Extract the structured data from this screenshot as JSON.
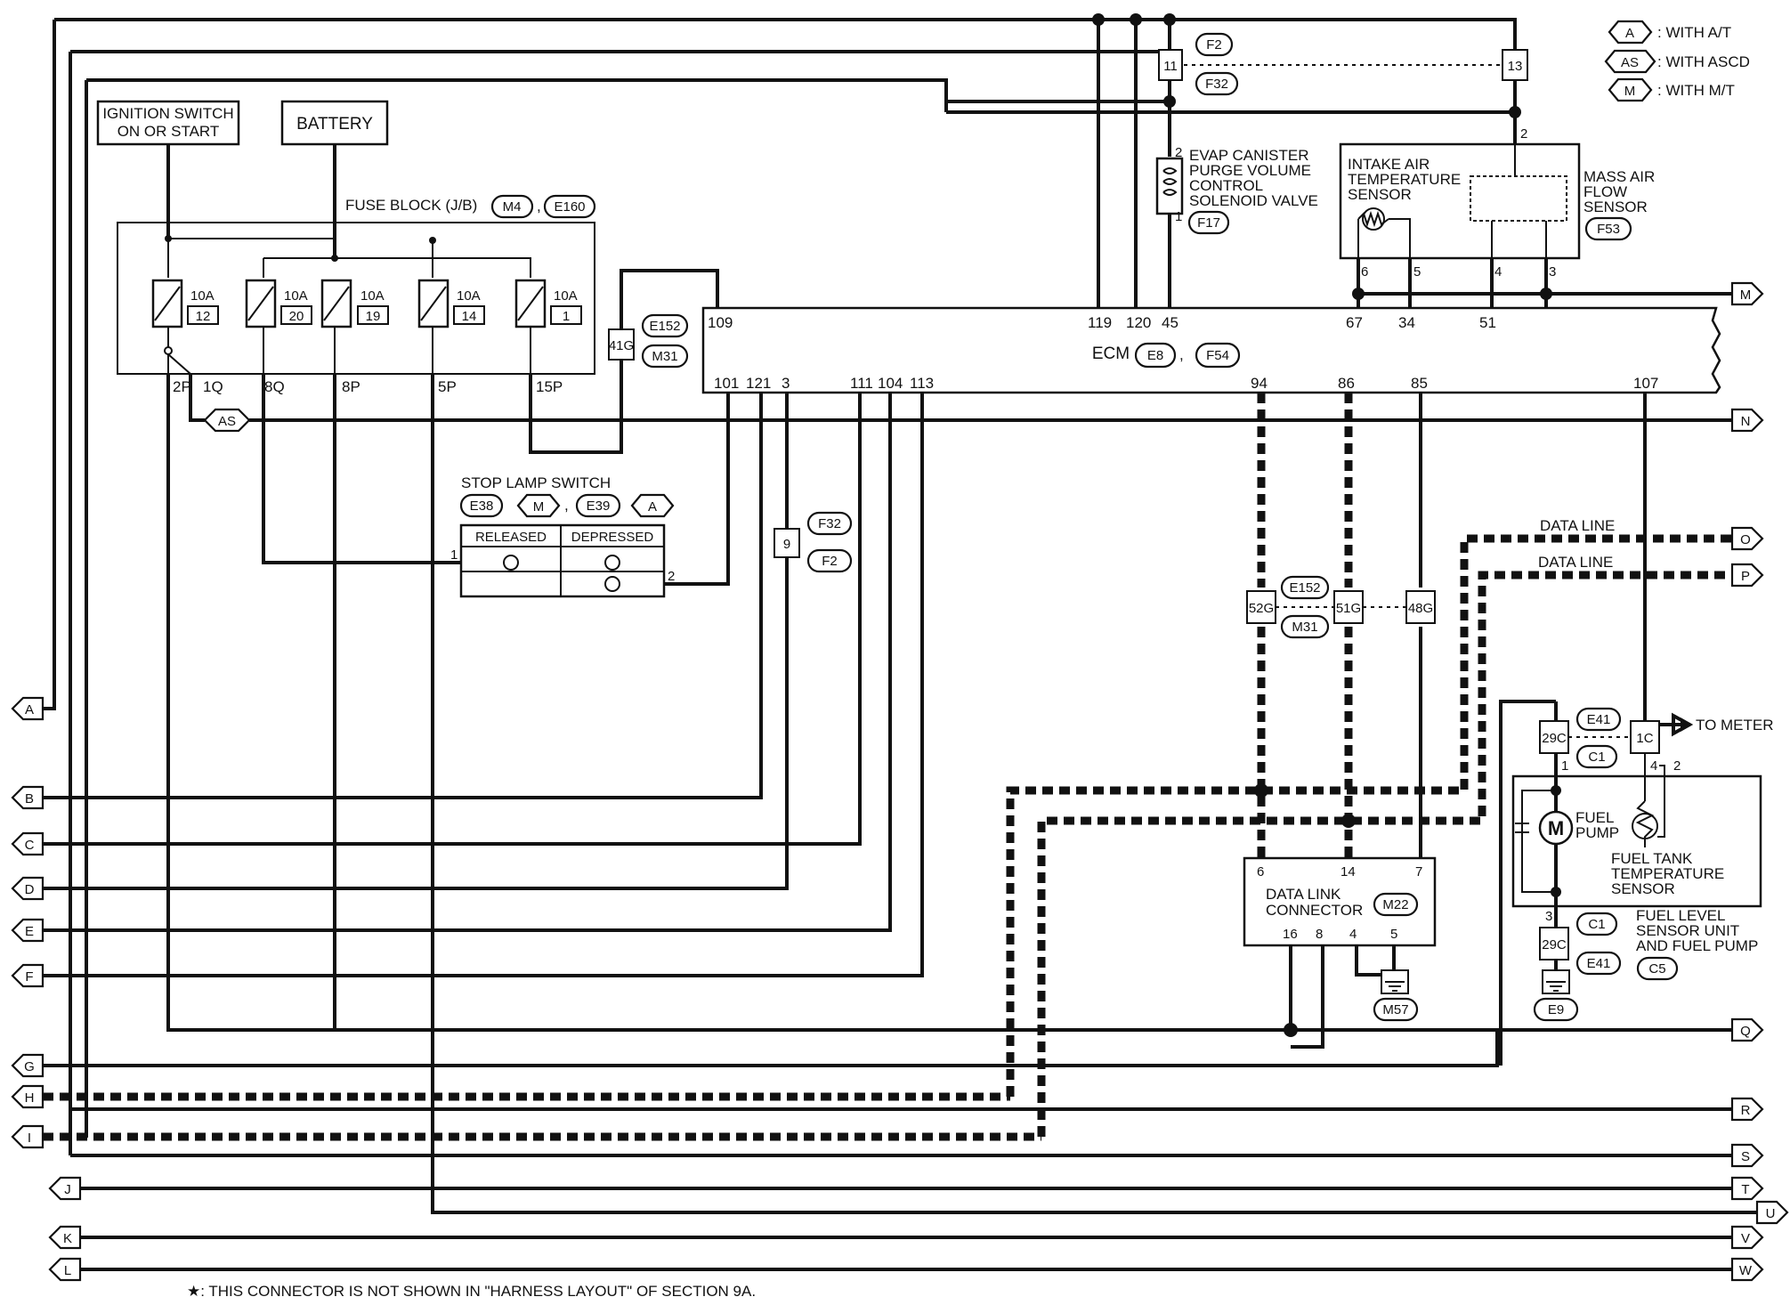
{
  "legend": [
    {
      "code": "A",
      "text": ": WITH A/T"
    },
    {
      "code": "AS",
      "text": ": WITH ASCD"
    },
    {
      "code": "M",
      "text": ": WITH M/T"
    }
  ],
  "components": {
    "ignition": "IGNITION SWITCH",
    "ignition2": "ON OR START",
    "battery": "BATTERY",
    "fuse_block": "FUSE BLOCK (J/B)",
    "fuse_block_conn": [
      "M4",
      "E160"
    ],
    "fuses": [
      {
        "amp": "10A",
        "num": "12"
      },
      {
        "amp": "10A",
        "num": "20"
      },
      {
        "amp": "10A",
        "num": "19"
      },
      {
        "amp": "10A",
        "num": "14"
      },
      {
        "amp": "10A",
        "num": "1"
      }
    ],
    "fuse_pins": [
      "2P",
      "1Q",
      "8Q",
      "8P",
      "5P",
      "15P"
    ],
    "as_tag": "AS",
    "ecm": "ECM",
    "ecm_conn": [
      "E8",
      "F54"
    ],
    "ecm_top_pins": [
      "109",
      "119",
      "120",
      "45",
      "67",
      "34",
      "51"
    ],
    "ecm_bottom_pins": [
      "101",
      "121",
      "3",
      "111",
      "104",
      "113",
      "94",
      "86",
      "85",
      "107"
    ],
    "stop_lamp": "STOP LAMP SWITCH",
    "stop_lamp_conn": [
      "E38",
      "M",
      "E39",
      "A"
    ],
    "stop_lamp_cols": [
      "RELEASED",
      "DEPRESSED"
    ],
    "stop_pins": [
      "1",
      "2"
    ],
    "c41g": "41G",
    "c41g_conn": [
      "E152",
      "M31"
    ],
    "c9": "9",
    "c9_conn": [
      "F32",
      "F2"
    ],
    "c11": "11",
    "c11_conn": [
      "F2",
      "F32"
    ],
    "c13": "13",
    "evap": [
      "EVAP CANISTER",
      "PURGE VOLUME",
      "CONTROL",
      "SOLENOID VALVE"
    ],
    "evap_conn": "F17",
    "evap_pins": [
      "2",
      "1"
    ],
    "iat": [
      "INTAKE AIR",
      "TEMPERATURE",
      "SENSOR"
    ],
    "maf": [
      "MASS AIR",
      "FLOW",
      "SENSOR"
    ],
    "maf_conn": "F53",
    "maf_pins": [
      "2",
      "6",
      "5",
      "4",
      "3"
    ],
    "data_line": "DATA LINE",
    "c52g": "52G",
    "c51g": "51G",
    "c48g": "48G",
    "c5x_conn": [
      "E152",
      "M31"
    ],
    "dlc": [
      "DATA LINK",
      "CONNECTOR"
    ],
    "dlc_conn": "M22",
    "dlc_top_pins": [
      "6",
      "14",
      "7"
    ],
    "dlc_bottom_pins": [
      "16",
      "8",
      "4",
      "5"
    ],
    "m57": "M57",
    "c29c": "29C",
    "c1c": "1C",
    "c29c_conn": [
      "E41",
      "C1"
    ],
    "to_meter": "TO METER",
    "fuel_pump": [
      "FUEL",
      "PUMP"
    ],
    "ftts": [
      "FUEL TANK",
      "TEMPERATURE",
      "SENSOR"
    ],
    "fuel_unit": [
      "FUEL LEVEL",
      "SENSOR UNIT",
      "AND FUEL PUMP"
    ],
    "fuel_unit_conn": "C5",
    "pump_pins": [
      "1",
      "4",
      "2",
      "3"
    ],
    "c29c_low_conn": [
      "C1",
      "E41"
    ],
    "e9": "E9"
  },
  "left_connectors": [
    "A",
    "B",
    "C",
    "D",
    "E",
    "F",
    "G",
    "H",
    "I",
    "J",
    "K",
    "L"
  ],
  "right_connectors": [
    "M",
    "N",
    "O",
    "P",
    "Q",
    "R",
    "S",
    "T",
    "U",
    "V",
    "W"
  ],
  "footnote": "★: THIS CONNECTOR IS NOT SHOWN IN \"HARNESS LAYOUT\" OF SECTION 9A."
}
